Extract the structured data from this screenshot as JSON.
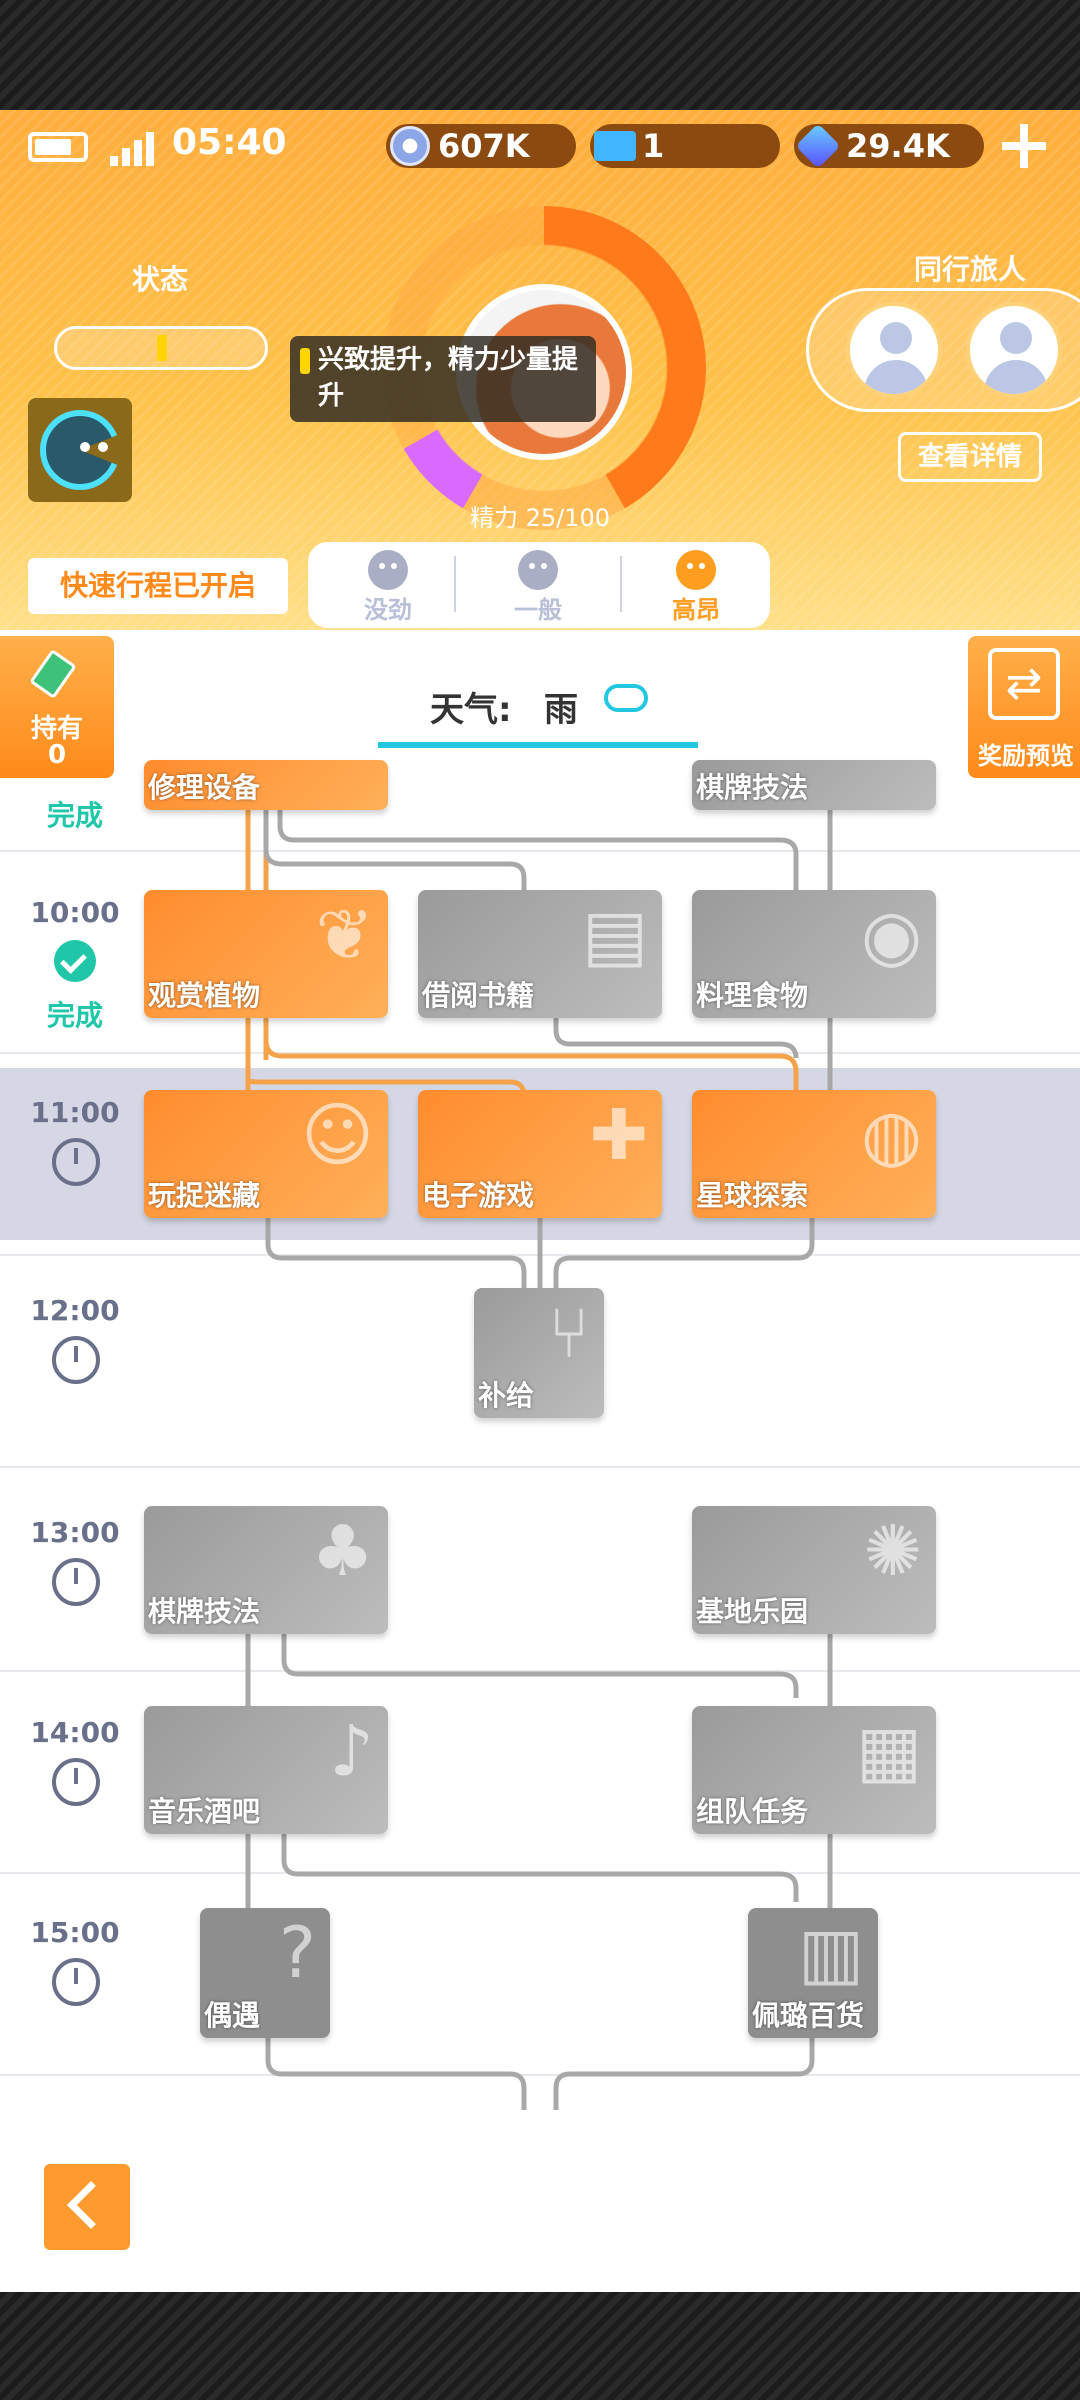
{
  "status_bar": {
    "time": "05:40"
  },
  "resources": [
    {
      "icon": "coin-icon",
      "value": "607K"
    },
    {
      "icon": "ticket-icon",
      "value": "1"
    },
    {
      "icon": "crystal-icon",
      "value": "29.4K"
    }
  ],
  "header": {
    "status_label": "状态",
    "mood_tooltip": "兴致提升，精力少量提升",
    "energy_label": "精力 25/100",
    "companions_label": "同行旅人",
    "details_button": "查看详情",
    "quick_trip_label": "快速行程已开启",
    "moods": [
      {
        "label": "没劲",
        "color": "#b8bfd6",
        "selected": false
      },
      {
        "label": "一般",
        "color": "#b8bfd6",
        "selected": false
      },
      {
        "label": "高昂",
        "color": "#ff9d1f",
        "selected": true
      }
    ]
  },
  "side_left": {
    "label": "持有",
    "count": "0"
  },
  "side_right": {
    "label": "奖励预览"
  },
  "weather": {
    "label": "天气:",
    "value": "雨"
  },
  "rows": [
    {
      "time": "",
      "status": "完成"
    },
    {
      "time": "10:00",
      "status": "完成"
    },
    {
      "time": "11:00",
      "status": ""
    },
    {
      "time": "12:00",
      "status": ""
    },
    {
      "time": "13:00",
      "status": ""
    },
    {
      "time": "14:00",
      "status": ""
    },
    {
      "time": "15:00",
      "status": ""
    }
  ],
  "cards": {
    "r0": [
      "修理设备",
      "棋牌技法"
    ],
    "r1": [
      "观赏植物",
      "借阅书籍",
      "料理食物"
    ],
    "r2": [
      "玩捉迷藏",
      "电子游戏",
      "星球探索"
    ],
    "r3": [
      "补给"
    ],
    "r4": [
      "棋牌技法",
      "基地乐园"
    ],
    "r5": [
      "音乐酒吧",
      "组队任务"
    ],
    "r6": [
      "偶遇",
      "佩璐百货"
    ]
  },
  "colors": {
    "accent": "#ff9a2e",
    "done": "#1fc7a8",
    "highlight_row": "#d5d7e4",
    "card_gray": "#a8a8a8"
  }
}
